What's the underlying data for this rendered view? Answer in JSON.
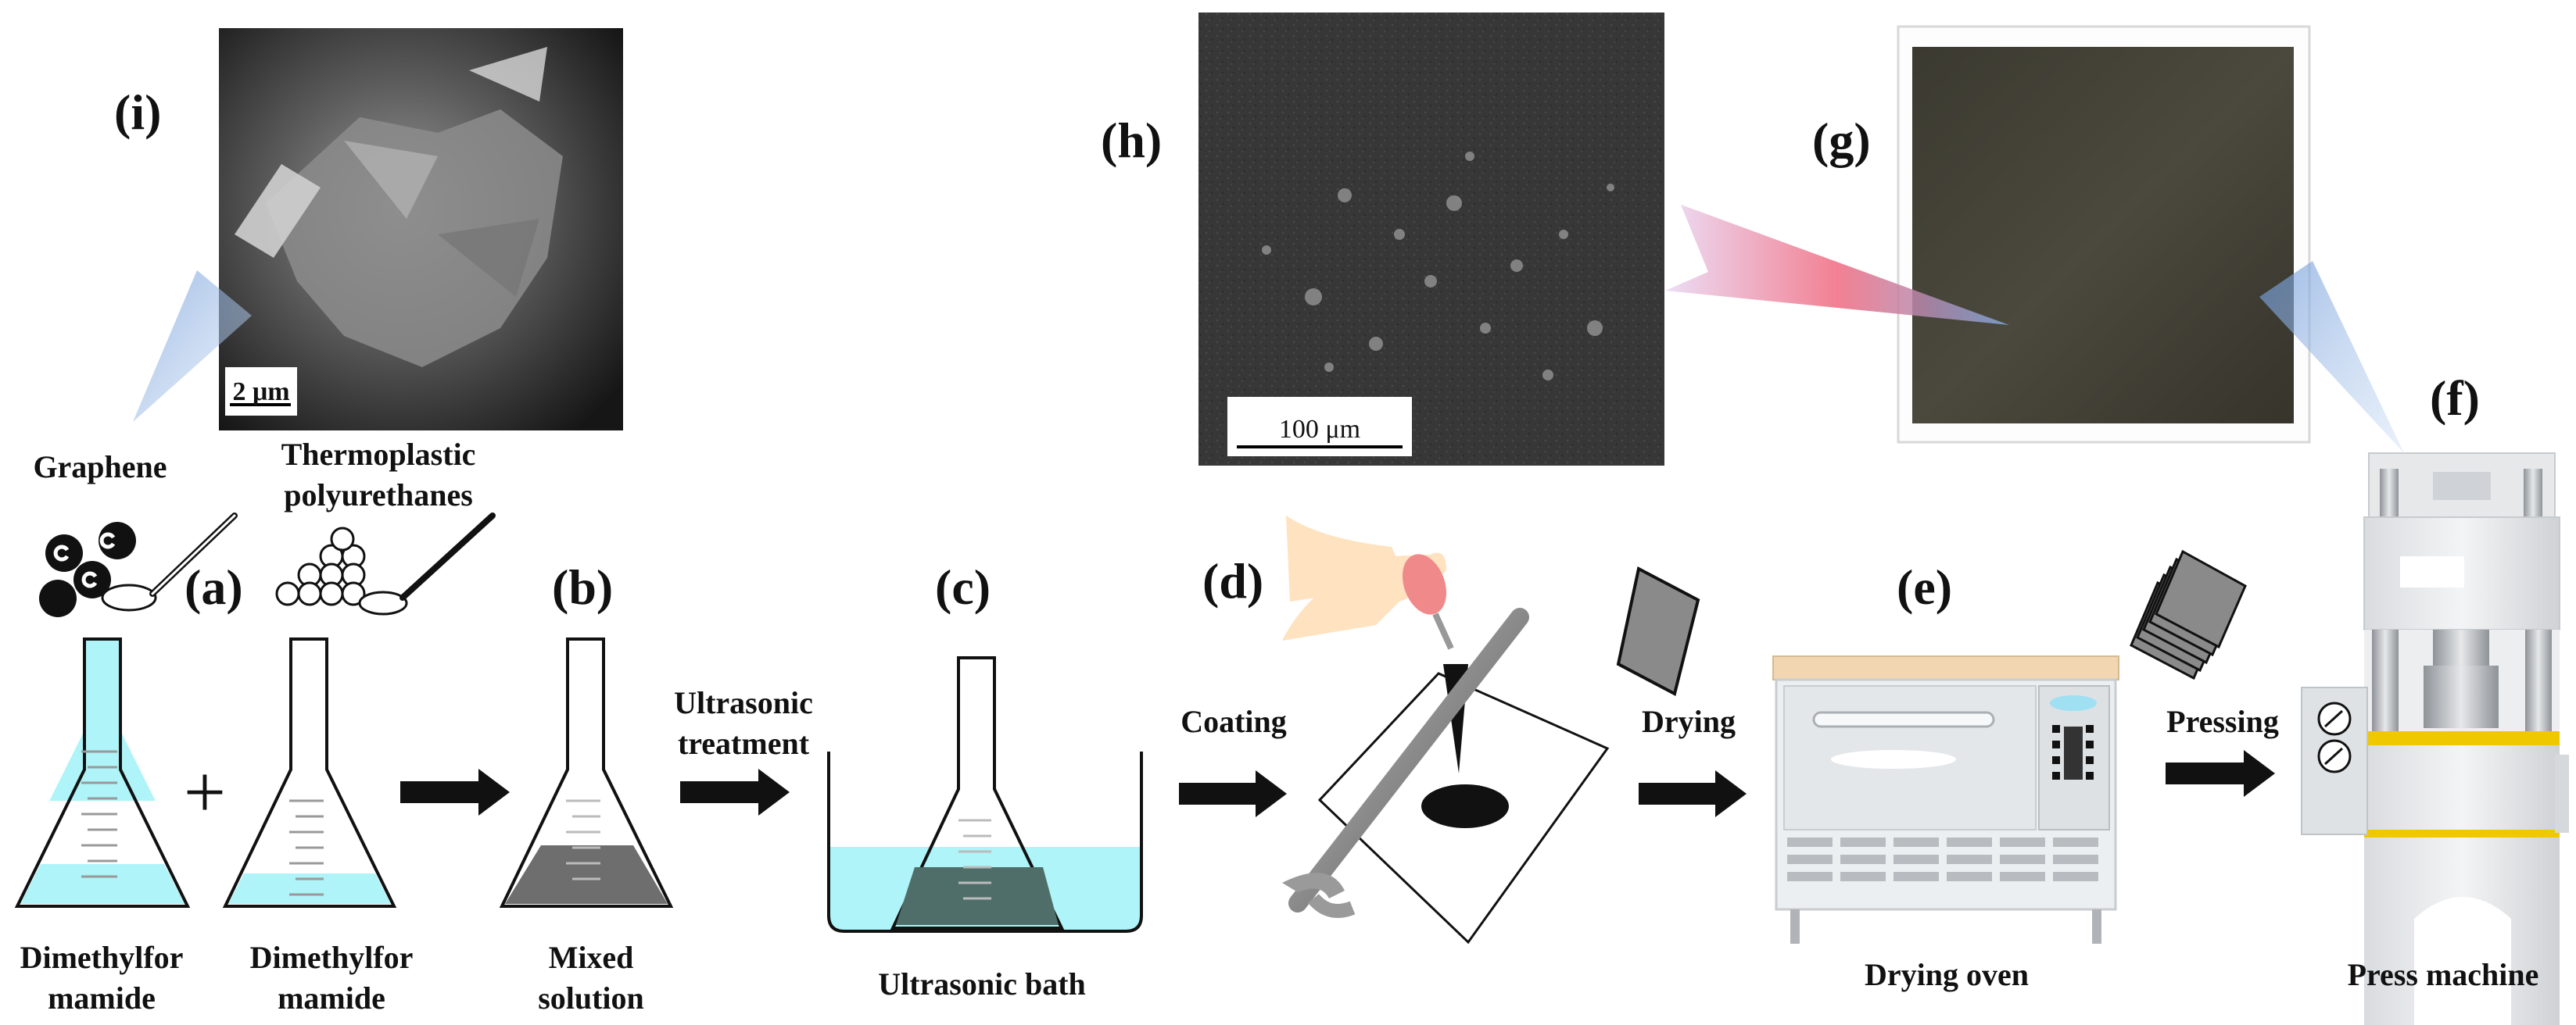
{
  "panels": {
    "a": "(a)",
    "b": "(b)",
    "c": "(c)",
    "d": "(d)",
    "e": "(e)",
    "f": "(f)",
    "g": "(g)",
    "h": "(h)",
    "i": "(i)"
  },
  "materials": {
    "graphene": "Graphene",
    "tpu": "Thermoplastic\npolyurethanes",
    "graphene_symbol": "C"
  },
  "flasks": {
    "flask1": "Dimethylfor\nmamide",
    "flask2": "Dimethylfor\nmamide",
    "mixed": "Mixed\nsolution"
  },
  "steps": {
    "ultrasonic": "Ultrasonic\ntreatment",
    "coating": "Coating",
    "drying": "Drying",
    "pressing": "Pressing"
  },
  "equipment": {
    "bath": "Ultrasonic bath",
    "oven": "Drying oven",
    "press": "Press machine"
  },
  "scale_bars": {
    "sem_i": "2 μm",
    "sem_h": "100 μm"
  },
  "operators": {
    "plus": "+"
  },
  "colors": {
    "solvent": "#aef4f8",
    "mixed": "#6e6e6e",
    "bath_mix": "#4f6e6a",
    "oven_top": "#f2d6b2",
    "press_yellow": "#f0c800",
    "highlight_red": "#f27a8a",
    "beam_blue": "#a8c4e8"
  }
}
